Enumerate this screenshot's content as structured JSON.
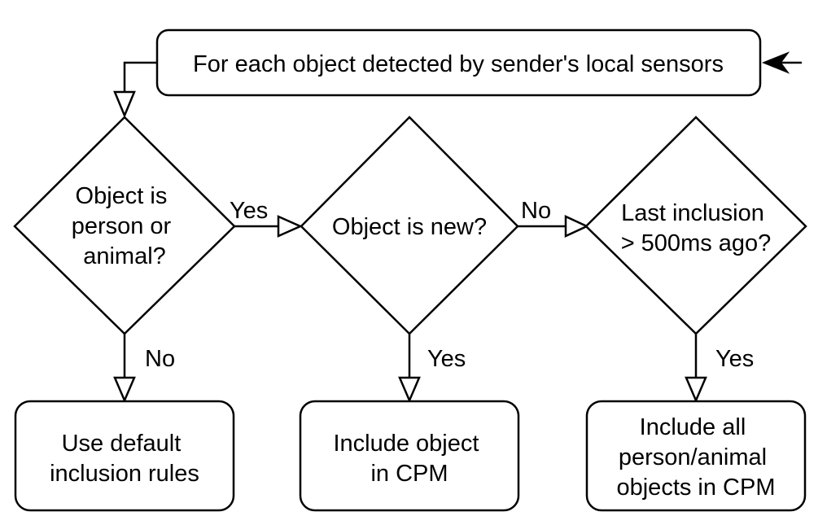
{
  "nodes": {
    "start": {
      "text": "For each object detected by sender's local sensors"
    },
    "decision_person": {
      "lines": [
        "Object is",
        "person or",
        "animal?"
      ]
    },
    "decision_new": {
      "lines": [
        "Object is new?"
      ]
    },
    "decision_last": {
      "lines": [
        "Last inclusion",
        "> 500ms ago?"
      ]
    },
    "result_default": {
      "lines": [
        "Use default",
        "inclusion rules"
      ]
    },
    "result_include_object": {
      "lines": [
        "Include object",
        "in CPM"
      ]
    },
    "result_include_all": {
      "lines": [
        "Include all",
        "person/animal",
        "objects in CPM"
      ]
    }
  },
  "edges": {
    "person_yes": "Yes",
    "person_no": "No",
    "new_no": "No",
    "new_yes": "Yes",
    "last_yes": "Yes"
  }
}
